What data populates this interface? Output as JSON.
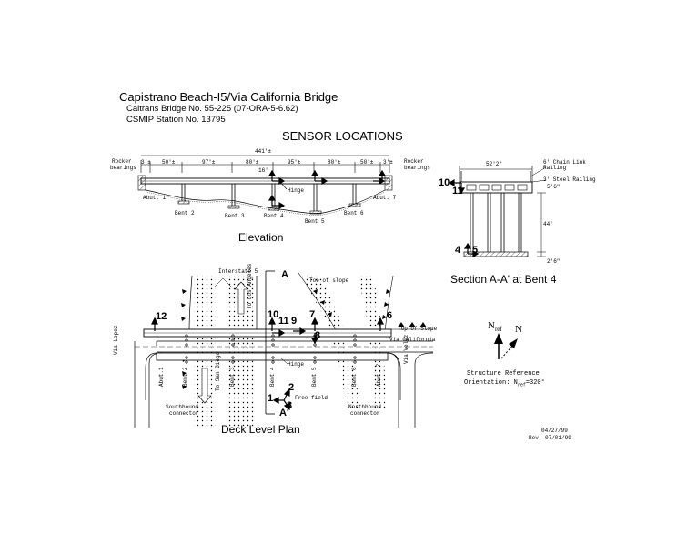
{
  "header": {
    "title": "Capistrano Beach-I5/Via California Bridge",
    "bridge_no": "Caltrans Bridge No. 55-225 (07-ORA-5-6.62)",
    "station": "CSMIP Station No. 13795",
    "sensor_heading": "SENSOR LOCATIONS"
  },
  "elevation": {
    "caption": "Elevation",
    "total_length": "441'±",
    "spans": [
      "3'±",
      "50'±",
      "97'±",
      "80'±",
      "95'±",
      "80'±",
      "50'±",
      "3'±"
    ],
    "hinge_offset": "16'",
    "hinge_label": "Hinge",
    "rocker_left": [
      "Rocker",
      "bearings"
    ],
    "rocker_right": [
      "Rocker",
      "bearings"
    ],
    "abut_left": "Abut. 1",
    "abut_right": "Abut. 7",
    "bents": [
      "Bent 2",
      "Bent 3",
      "Bent 4",
      "Bent 5",
      "Bent 6"
    ]
  },
  "section": {
    "caption": "Section A-A' at Bent 4",
    "width": "52'2\"",
    "notes": [
      "6' Chain Link",
      "Railing",
      "3' Steel Railing",
      "5'6\"",
      "44'",
      "2'6\""
    ],
    "sensors": [
      "10",
      "11",
      "4",
      "5"
    ]
  },
  "plan": {
    "caption": "Deck Level Plan",
    "interstate": "Interstate 5",
    "toe_of_slope": "Toe of slope",
    "top_of_slope": "Top of Slope",
    "via_california": "Via California",
    "via_lopez": "Via Lopez",
    "via_velez": "Via Velez",
    "to_los_angeles": "To Los Angeles",
    "to_san_diego": "To San Diego",
    "hinge": "Hinge",
    "free_field": "Free-field",
    "southbound": [
      "Southbound",
      "connector"
    ],
    "northbound": [
      "Northbound",
      "connector"
    ],
    "section_a": "A",
    "section_a_prime": "A'",
    "abut_1": "Abut.1",
    "abut_7": "Abut. 7",
    "bents": [
      "Bent 2",
      "Bent 3",
      "Bent 4",
      "Bent 5",
      "Bent 6"
    ],
    "sensors": [
      "12",
      "10",
      "11",
      "9",
      "7",
      "8",
      "6",
      "1",
      "2",
      "3"
    ]
  },
  "orientation": {
    "nref": "N",
    "nref_sub": "ref",
    "n": "N",
    "line1": "Structure Reference",
    "line2_prefix": "Orientation: N",
    "line2_sub": "ref",
    "line2_suffix": "=320°"
  },
  "dates": {
    "date": "04/27/99",
    "rev": "Rev. 07/01/99"
  },
  "elevation_sensors": []
}
